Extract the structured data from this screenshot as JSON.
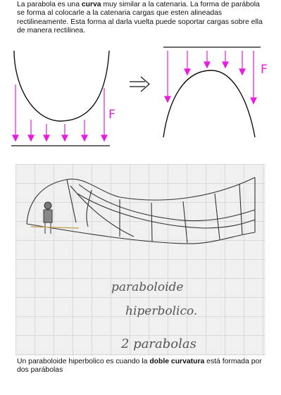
{
  "intro": {
    "part1": "La parabola es una ",
    "bold1": "curva",
    "part2": " muy similar a la catenaria. La forma de parábola se forma al colocarle a la catenaria cargas que esten alineadas rectilineamente. Esta forma al darla vuelta puede soportar cargas sobre ella de manera rectilinea."
  },
  "sketch_top": {
    "force_label_left": "F",
    "force_label_right": "F",
    "arrow_color": "#e81ce0"
  },
  "sketch_photo": {
    "line1": "paraboloide",
    "line2": "hiperbolico.",
    "line3": "2 parabolas"
  },
  "caption": {
    "part1": "Un paraboloide hiperbolico es cuando la ",
    "bold1": "doble curvatura",
    "part2": " está formada por dos parábolas"
  }
}
